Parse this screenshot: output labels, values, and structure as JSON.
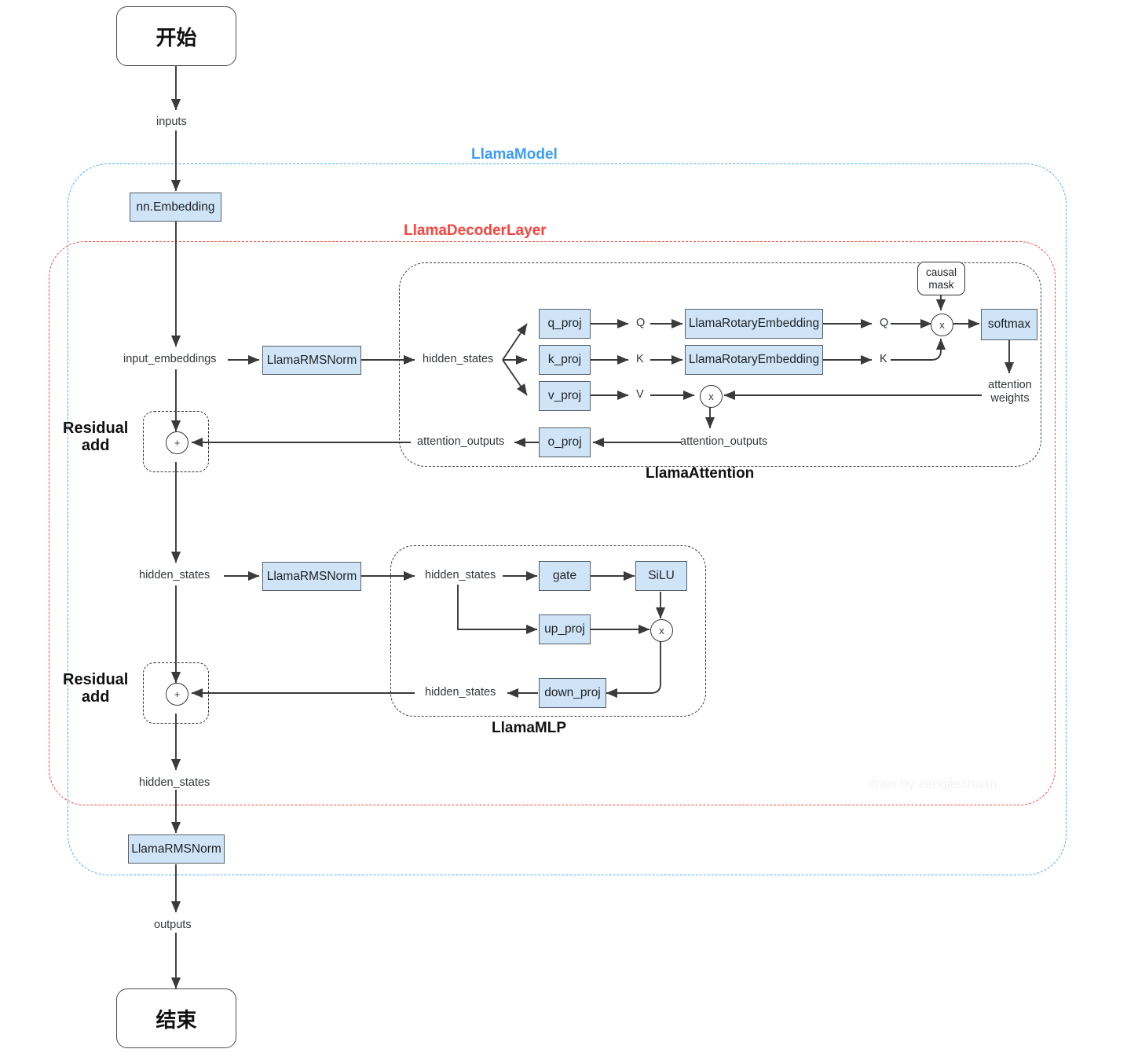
{
  "diagram": {
    "watermark": "draw by zengjiechuan",
    "colors": {
      "box_fill": "#cfe4f7",
      "box_stroke": "#55606b",
      "model_frame": "#49a8f5",
      "decoder_frame": "#f8443c",
      "inner_frame": "#3d3d3d",
      "edge": "#3a3a3a",
      "text": "#33383d"
    },
    "groups": {
      "model": "LlamaModel",
      "decoder": "LlamaDecoderLayer",
      "attention": "LlamaAttention",
      "mlp": "LlamaMLP"
    },
    "terminals": {
      "start": "开始",
      "end": "结束"
    },
    "residual": {
      "line1": "Residual",
      "line2": "add",
      "op": "+"
    },
    "nodes": {
      "embedding": "nn.Embedding",
      "rmsnorm_attn": "LlamaRMSNorm",
      "rmsnorm_mlp": "LlamaRMSNorm",
      "rmsnorm_final": "LlamaRMSNorm",
      "q_proj": "q_proj",
      "k_proj": "k_proj",
      "v_proj": "v_proj",
      "o_proj": "o_proj",
      "rope_q": "LlamaRotaryEmbedding",
      "rope_k": "LlamaRotaryEmbedding",
      "softmax": "softmax",
      "causal_mask_l1": "causal",
      "causal_mask_l2": "mask",
      "gate": "gate",
      "silu": "SiLU",
      "up_proj": "up_proj",
      "down_proj": "down_proj",
      "mul_qk": "x",
      "mul_v": "x",
      "mul_mlp": "x"
    },
    "edge_labels": {
      "inputs": "inputs",
      "input_embeddings": "input_embeddings",
      "hidden_states_attn_in": "hidden_states",
      "q": "Q",
      "k": "K",
      "v": "V",
      "q_rope": "Q",
      "k_rope": "K",
      "attention_weights_l1": "attention",
      "attention_weights_l2": "weights",
      "attention_outputs_right": "attention_outputs",
      "attention_outputs_left": "attention_outputs",
      "hidden_states_mid": "hidden_states",
      "hidden_states_mlp_in": "hidden_states",
      "hidden_states_mlp_out": "hidden_states",
      "hidden_states_bottom": "hidden_states",
      "outputs_top": "outputs"
    }
  }
}
